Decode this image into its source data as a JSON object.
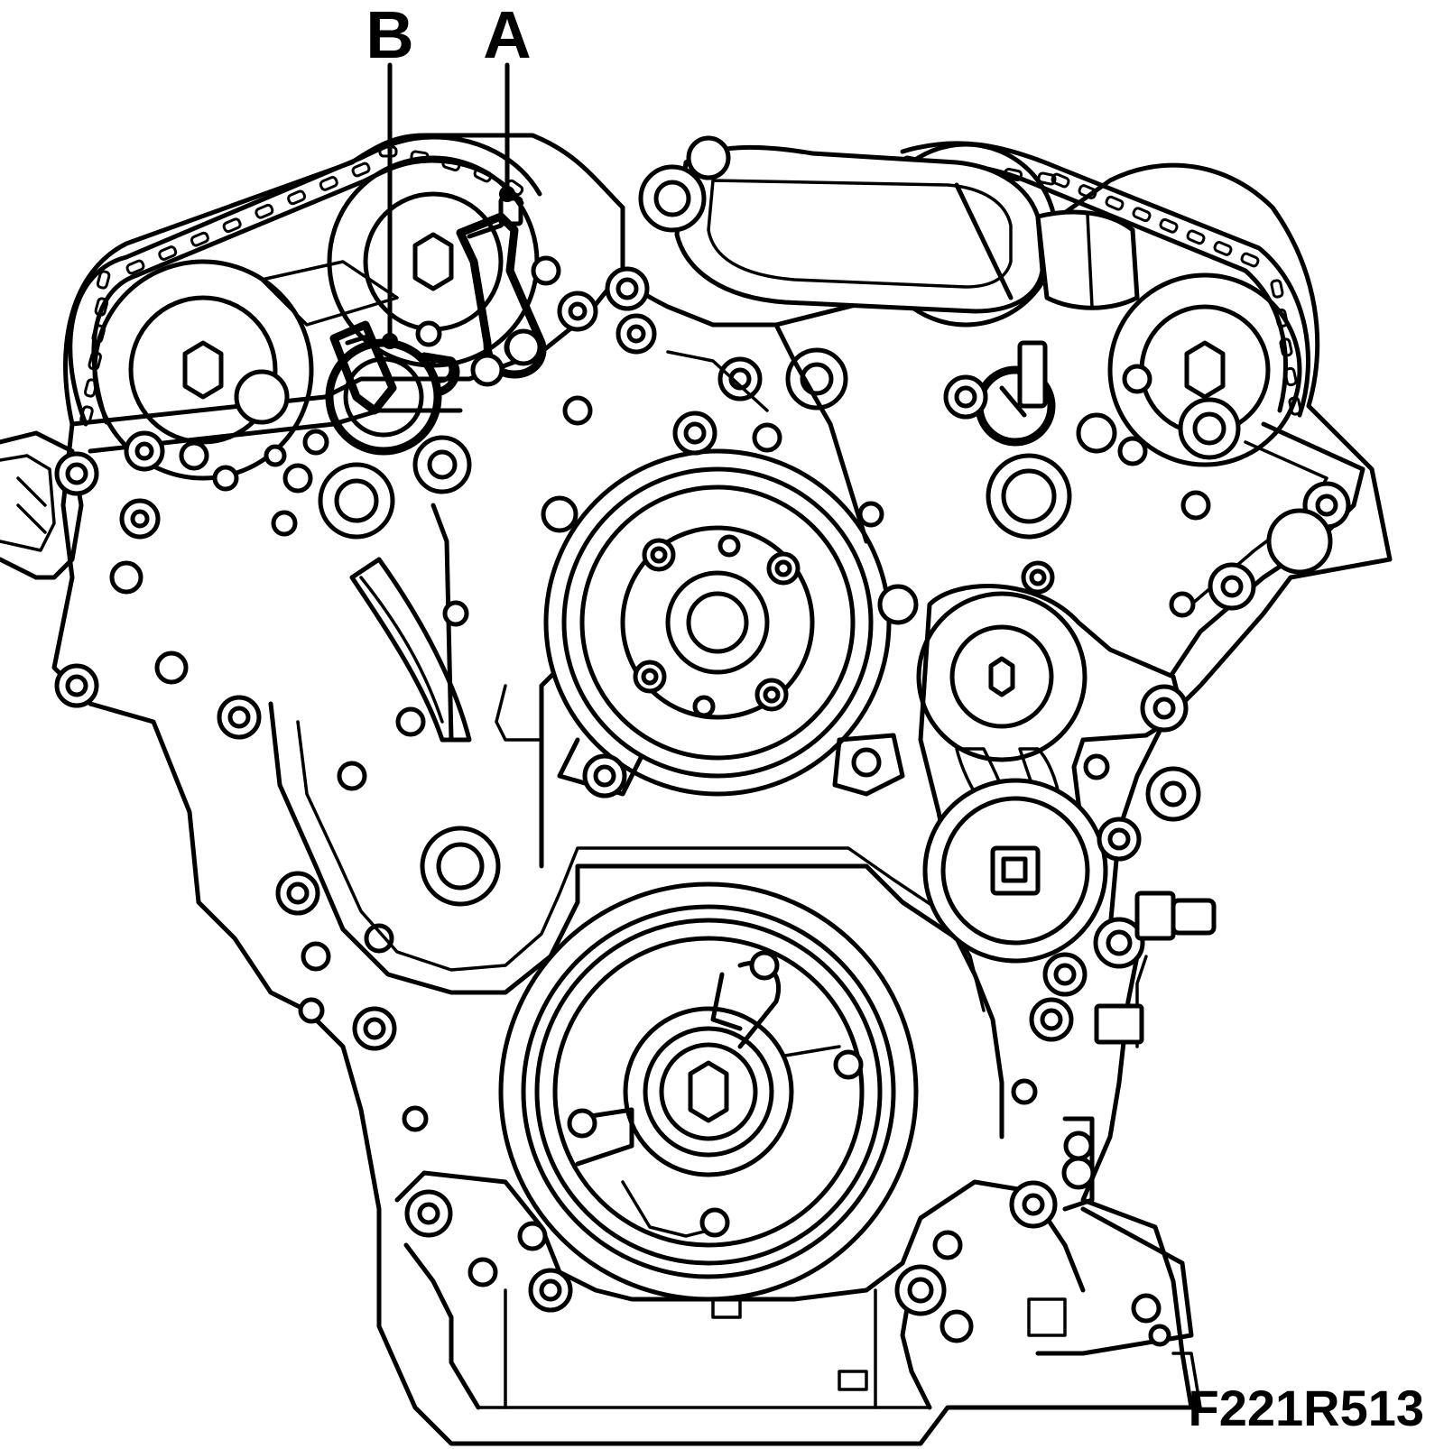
{
  "diagram": {
    "callouts": [
      {
        "letter": "B"
      },
      {
        "letter": "A"
      }
    ],
    "figure_id": "F221R513"
  }
}
